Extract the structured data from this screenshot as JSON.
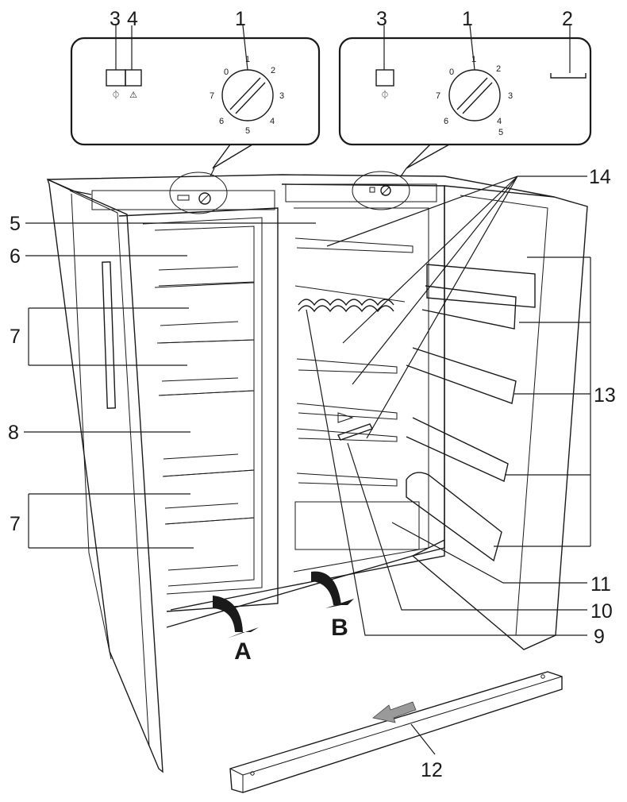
{
  "labels": {
    "l1a": "1",
    "l1b": "1",
    "l2": "2",
    "l3a": "3",
    "l3b": "3",
    "l4": "4",
    "l5": "5",
    "l6": "6",
    "l7a": "7",
    "l7b": "7",
    "l8": "8",
    "l9": "9",
    "l10": "10",
    "l11": "11",
    "l12": "12",
    "l13": "13",
    "l14": "14"
  },
  "arrows": {
    "a": "A",
    "b": "B"
  },
  "dial_left": {
    "n0": "0",
    "n1": "1",
    "n2": "2",
    "n3": "3",
    "n4": "4",
    "n5": "5",
    "n6": "6",
    "n7": "7"
  },
  "dial_right": {
    "n0": "0",
    "n1": "1",
    "n2": "2",
    "n3": "3",
    "n4": "4",
    "n5": "5",
    "n6": "6",
    "n7": "7"
  },
  "symbols": {
    "power": "ↀ",
    "warning": "⚠"
  }
}
